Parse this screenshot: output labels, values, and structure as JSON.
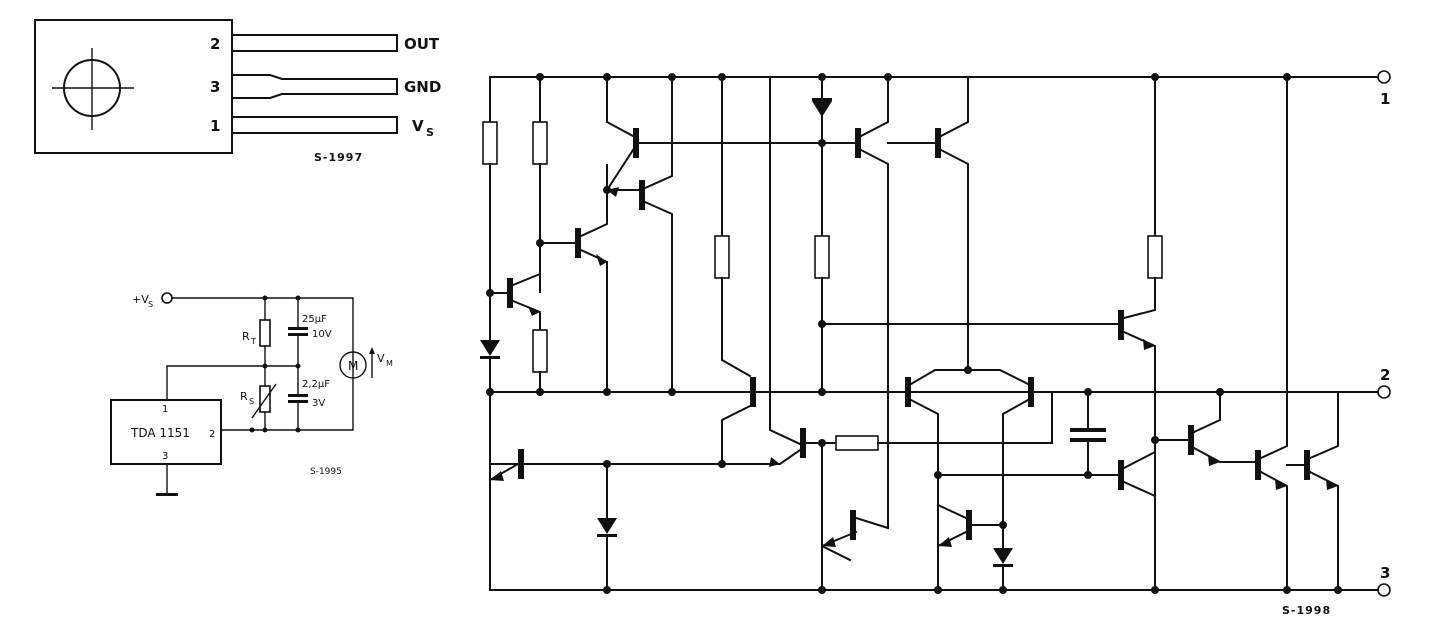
{
  "package": {
    "pins": [
      {
        "number": "2",
        "label": "OUT"
      },
      {
        "number": "3",
        "label": "GND"
      },
      {
        "number": "1",
        "label": "V",
        "sub": "S"
      }
    ],
    "figure_id": "S-1997"
  },
  "application": {
    "supply_label": "+V",
    "supply_sub": "S",
    "rt_label": "R",
    "rt_sub": "T",
    "rs_label": "R",
    "rs_sub": "S",
    "c1_value": "25μF",
    "c1_voltage": "10V",
    "c2_value": "2,2μF",
    "c2_voltage": "3V",
    "motor_label": "M",
    "vm_label": "V",
    "vm_sub": "M",
    "ic_name": "TDA 1151",
    "ic_pin1": "1",
    "ic_pin2": "2",
    "ic_pin3": "3",
    "figure_id": "S-1995"
  },
  "schematic": {
    "terminal_1": "1",
    "terminal_2": "2",
    "terminal_3": "3",
    "figure_id": "S-1998"
  }
}
